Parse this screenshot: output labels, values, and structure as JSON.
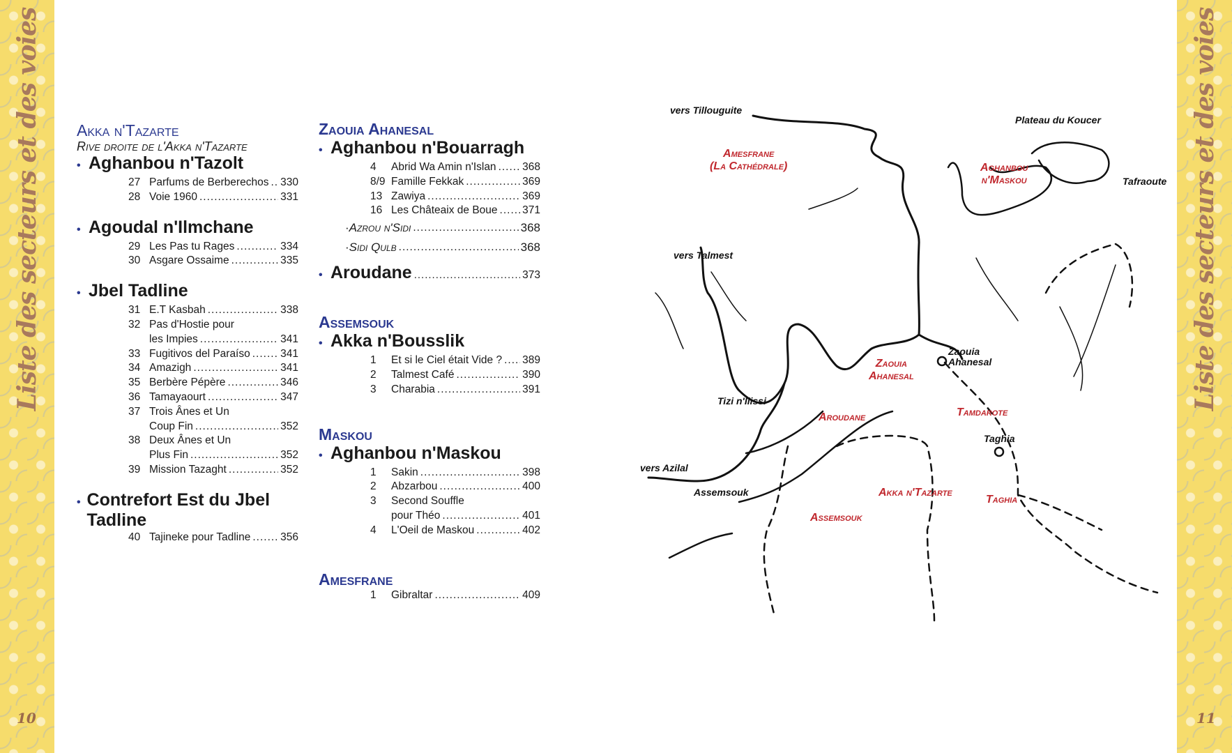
{
  "sidebar": {
    "title": "Liste des secteurs et des voies",
    "page_left": "10",
    "page_right": "11"
  },
  "col1": {
    "sector": "Akka n'Tazarte",
    "subtitle": "Rive droite de l'Akka n'Tazarte",
    "groups": [
      {
        "name": "Aghanbou n'Tazolt",
        "entries": [
          {
            "num": "27",
            "title": "Parfums de Berberechos",
            "page": "330"
          },
          {
            "num": "28",
            "title": "Voie 1960",
            "page": "331"
          }
        ]
      },
      {
        "name": "Agoudal n'Ilmchane",
        "entries": [
          {
            "num": "29",
            "title": "Les Pas tu Rages",
            "page": "334"
          },
          {
            "num": "30",
            "title": "Asgare Ossaime",
            "page": "335"
          }
        ]
      },
      {
        "name": "Jbel Tadline",
        "entries": [
          {
            "num": "31",
            "title": "E.T Kasbah",
            "page": "338"
          },
          {
            "num": "32",
            "line1": "Pas d'Hostie pour",
            "title": "les Impies",
            "page": "341"
          },
          {
            "num": "33",
            "title": "Fugitivos del Paraíso",
            "page": "341"
          },
          {
            "num": "34",
            "title": "Amazigh",
            "page": "341"
          },
          {
            "num": "35",
            "title": "Berbère Pépère",
            "page": "346"
          },
          {
            "num": "36",
            "title": "Tamayaourt",
            "page": "347"
          },
          {
            "num": "37",
            "line1": "Trois Ânes et Un",
            "title": "Coup Fin",
            "page": "352"
          },
          {
            "num": "38",
            "line1": "Deux Ânes et Un",
            "title": "Plus Fin",
            "page": "352"
          },
          {
            "num": "39",
            "title": "Mission Tazaght",
            "page": "352"
          }
        ]
      },
      {
        "name": "Contrefort Est du Jbel Tadline",
        "entries": [
          {
            "num": "40",
            "title": "Tajineke pour Tadline",
            "page": "356"
          }
        ]
      }
    ]
  },
  "col2": {
    "sectors": [
      {
        "name": "Zaouia Ahanesal",
        "groups": [
          {
            "name": "Aghanbou n'Bouarragh",
            "entries": [
              {
                "num": "4",
                "title": "Abrid Wa Amin n'Islan",
                "page": "368"
              },
              {
                "num": "8/9",
                "title": "Famille Fekkak",
                "page": "369"
              },
              {
                "num": "13",
                "title": "Zawiya",
                "page": "369"
              },
              {
                "num": "16",
                "title": "Les Châteaix de Boue",
                "page": "371"
              }
            ],
            "subitems": [
              {
                "title": "Azrou n'Sidi",
                "page": "368"
              },
              {
                "title": "Sidi Qulb",
                "page": "368"
              }
            ]
          },
          {
            "name": "Aroudane",
            "page": "373",
            "entries": []
          }
        ]
      },
      {
        "name": "Assemsouk",
        "groups": [
          {
            "name": "Akka n'Bousslik",
            "entries": [
              {
                "num": "1",
                "title": "Et si le Ciel était Vide ?",
                "page": "389"
              },
              {
                "num": "2",
                "title": "Talmest Café",
                "page": "390"
              },
              {
                "num": "3",
                "title": "Charabia",
                "page": "391"
              }
            ]
          }
        ]
      },
      {
        "name": "Maskou",
        "groups": [
          {
            "name": "Aghanbou n'Maskou",
            "entries": [
              {
                "num": "1",
                "title": "Sakin",
                "page": "398"
              },
              {
                "num": "2",
                "title": "Abzarbou",
                "page": "400"
              },
              {
                "num": "3",
                "line1": "Second Souffle",
                "title": "pour Théo",
                "page": "401"
              },
              {
                "num": "4",
                "title": "L'Oeil de Maskou",
                "page": "402"
              }
            ]
          }
        ]
      },
      {
        "name": "Amesfrane",
        "groups": [
          {
            "name": "",
            "entries": [
              {
                "num": "1",
                "title": "Gibraltar",
                "page": "409"
              }
            ]
          }
        ]
      }
    ]
  },
  "map": {
    "labels": {
      "vers_tillouguite": "vers Tillouguite",
      "amesfrane": "Amesfrane",
      "cathedrale": "(La Cathédrale)",
      "plateau": "Plateau du Koucer",
      "aghanbou": "Aghanbou",
      "nmaskou": "n'Maskou",
      "tafraoute": "Tafraoute",
      "vers_talmest": "vers Talmest",
      "zaouia_black1": "Zaouia",
      "zaouia_black2": "Ahanesal",
      "zaouia_red1": "Zaouia",
      "zaouia_red2": "Ahanesal",
      "tizi": "Tizi n'Ilissi",
      "aroudane": "Aroudane",
      "tamdarote": "Tamdarote",
      "taghia_black": "Taghia",
      "vers_azilal": "vers Azilal",
      "assemsouk_black": "Assemsouk",
      "akka": "Akka n'Tazarte",
      "taghia_red": "Taghia",
      "assemsouk_red": "Assemsouk"
    }
  }
}
